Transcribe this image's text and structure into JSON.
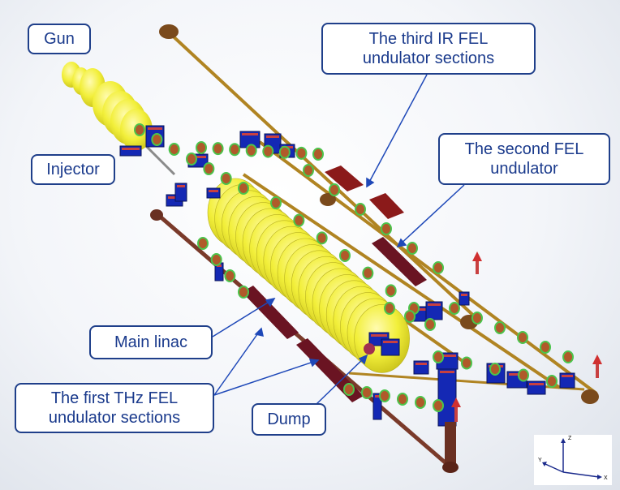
{
  "labels": {
    "gun": [
      "Gun"
    ],
    "injector": [
      "Injector"
    ],
    "main_linac": [
      "Main linac"
    ],
    "first_thz": [
      "The first THz FEL",
      "undulator sections"
    ],
    "dump": [
      "Dump"
    ],
    "third_ir": [
      "The third IR FEL",
      "undulator sections"
    ],
    "second_fel": [
      "The second FEL",
      "undulator"
    ]
  },
  "axes": {
    "z": "Z",
    "y": "Y",
    "x": "X"
  },
  "colors": {
    "callout_border": "#1f3f8a",
    "callout_text": "#1a3a8c",
    "leader_line": "#1e48b8",
    "cavity_yellow": "#f2ef3a",
    "magnet_blue": "#1428b4",
    "undulator_maroon": "#6a1422",
    "beam_pipe": "#b88a28"
  }
}
